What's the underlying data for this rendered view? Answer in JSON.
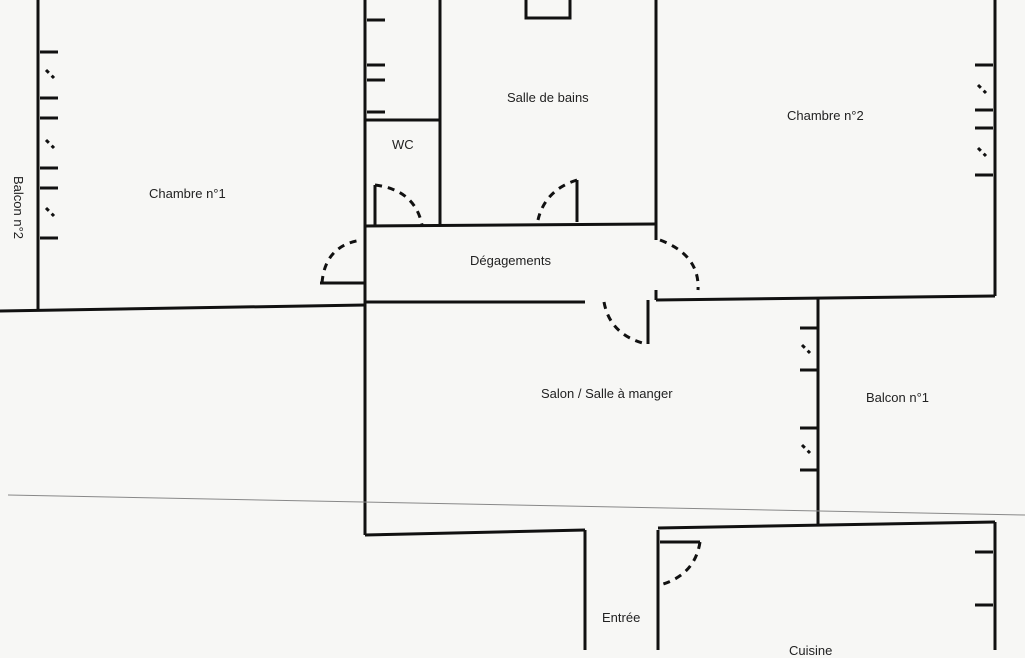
{
  "plan": {
    "rooms": {
      "chambre1": "Chambre n°1",
      "chambre2": "Chambre n°2",
      "salle_de_bains": "Salle de bains",
      "wc": "WC",
      "degagements": "Dégagements",
      "salon": "Salon / Salle à manger",
      "balcon1": "Balcon n°1",
      "balcon2": "Balcon n°2",
      "entree": "Entrée",
      "cuisine": "Cuisine"
    },
    "colors": {
      "wall": "#111111",
      "faint_line": "#888888",
      "background": "#f7f7f5"
    }
  }
}
